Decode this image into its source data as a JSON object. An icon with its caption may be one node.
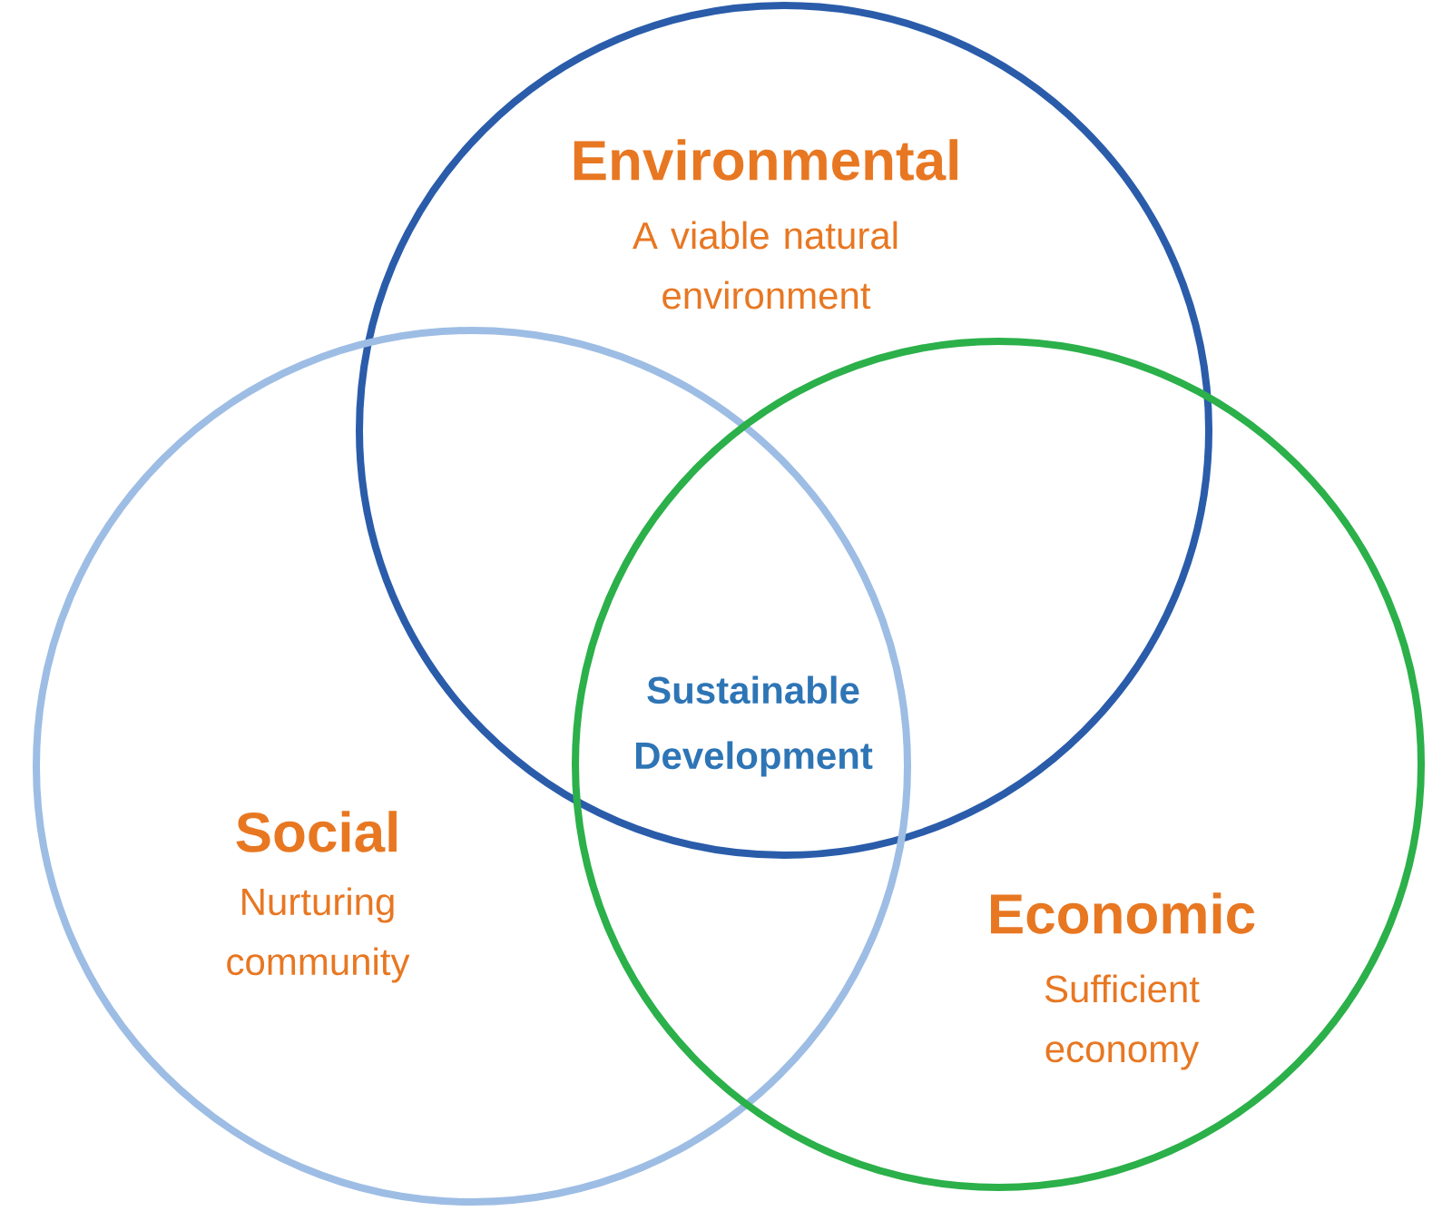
{
  "diagram": {
    "nodes": [
      {
        "text": [
          "Environmental",
          "A viable natural environment"
        ]
      },
      {
        "text": [
          "Social",
          "Nurturing community"
        ]
      },
      {
        "text": [
          "Economic",
          "Sufficient economy"
        ]
      }
    ],
    "labels": [
      "Sustainable Development"
    ]
  }
}
